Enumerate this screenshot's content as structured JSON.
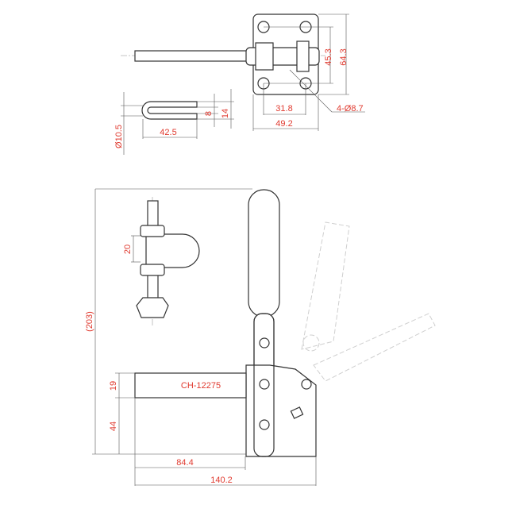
{
  "drawing": {
    "model": "CH-12275",
    "top_view": {
      "hole_spacing_vertical": "45.3",
      "plate_height": "64.3",
      "hole_spacing_horizontal": "31.8",
      "plate_width": "49.2",
      "holes": "4-Ø8.7"
    },
    "slot_detail": {
      "slot_width": "8",
      "tab_width": "14",
      "slot_length": "42.5",
      "end_diameter": "Ø10.5"
    },
    "side_view": {
      "overall_height": "(203)",
      "spindle_offset": "20",
      "arm_height": "19",
      "base_to_arm": "44",
      "arm_reach": "84.4",
      "overall_length": "140.2"
    },
    "colors": {
      "dimension_text": "#e03a2f",
      "line": "#333333",
      "ghost": "#cfcfcf"
    }
  }
}
